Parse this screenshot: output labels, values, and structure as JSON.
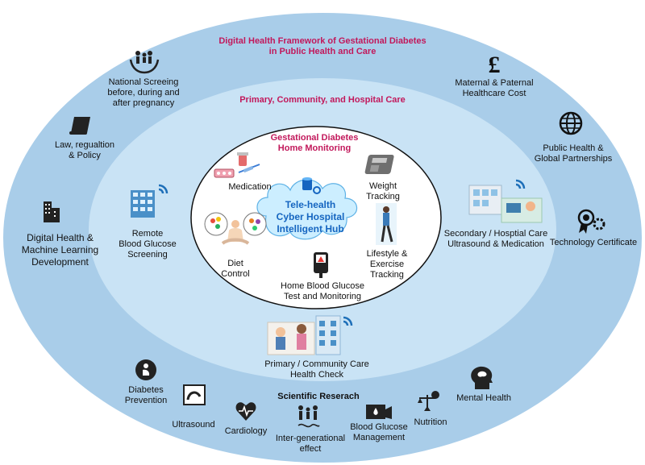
{
  "outer": {
    "title": "Digital Health Framework of Gestational Diabetes\nin Public Health and Care",
    "items": {
      "national_screening": "National Screeing\nbefore, during and\nafter pregnancy",
      "law": "Law, regualtion\n& Policy",
      "digital_ml": "Digital Health &\nMachine Learning\nDevelopment",
      "cost": "Maternal & Paternal\nHealthcare Cost",
      "public_health": "Public Health &\nGlobal Partnerships",
      "tech_cert": "Technology Certificate",
      "diabetes_prevention": "Diabetes\nPrevention",
      "ultrasound": "Ultrasound",
      "cardiology": "Cardiology",
      "intergen": "Inter-generational\neffect",
      "blood_glucose_mgmt": "Blood Glucose\nManagement",
      "nutrition": "Nutrition",
      "mental_health": "Mental Health",
      "scientific_research": "Scientific Reserach"
    }
  },
  "middle": {
    "title": "Primary, Community, and Hospital Care",
    "items": {
      "remote_screening": "Remote\nBlood Glucose\nScreening",
      "secondary_care": "Secondary / Hosptial Care\nUltrasound & Medication",
      "primary_care": "Primary / Community Care\nHealth Check"
    }
  },
  "inner": {
    "title": "Gestational Diabetes\nHome Monitoring",
    "hub": "Tele-health\nCyber Hospital\nIntelligent Hub",
    "items": {
      "medication": "Medication",
      "weight": "Weight\nTracking",
      "diet": "Diet\nControl",
      "lifestyle": "Lifestyle &\nExercise\nTracking",
      "home_glucose": "Home Blood Glucose\nTest and Monitoring"
    }
  },
  "icons": {
    "pound_symbol": "£"
  },
  "colors": {
    "outer_ring": "#a9cde9",
    "middle_ring": "#c9e3f5",
    "inner_fill": "#ffffff",
    "hub_cloud": "#cceeff",
    "title_accent": "#c2185b",
    "hub_text": "#1565c0"
  }
}
